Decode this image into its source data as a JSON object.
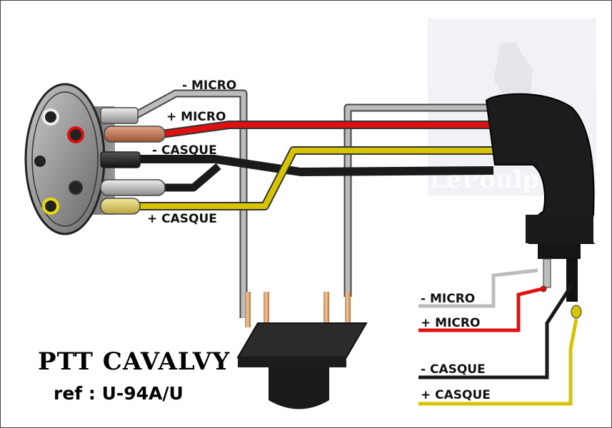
{
  "title": {
    "main": "PTT CAVALVY",
    "ref": "ref : U-94A/U"
  },
  "watermark": "LePoulpe556",
  "labels": {
    "left_minus_micro": "- MICRO",
    "left_plus_micro": "+ MICRO",
    "left_minus_casque": "- CASQUE",
    "left_plus_casque": "+ CASQUE",
    "right_minus_micro": "- MICRO",
    "right_plus_micro": "+ MICRO",
    "right_minus_casque": "- CASQUE",
    "right_plus_casque": "+ CASQUE"
  },
  "colors": {
    "micro_minus": "#b8b8b8",
    "micro_plus": "#e01010",
    "casque_minus": "#1a1a1a",
    "casque_plus": "#c8b400",
    "connector_body": "#8a8a8a",
    "plug_body": "#1c1c1c"
  }
}
